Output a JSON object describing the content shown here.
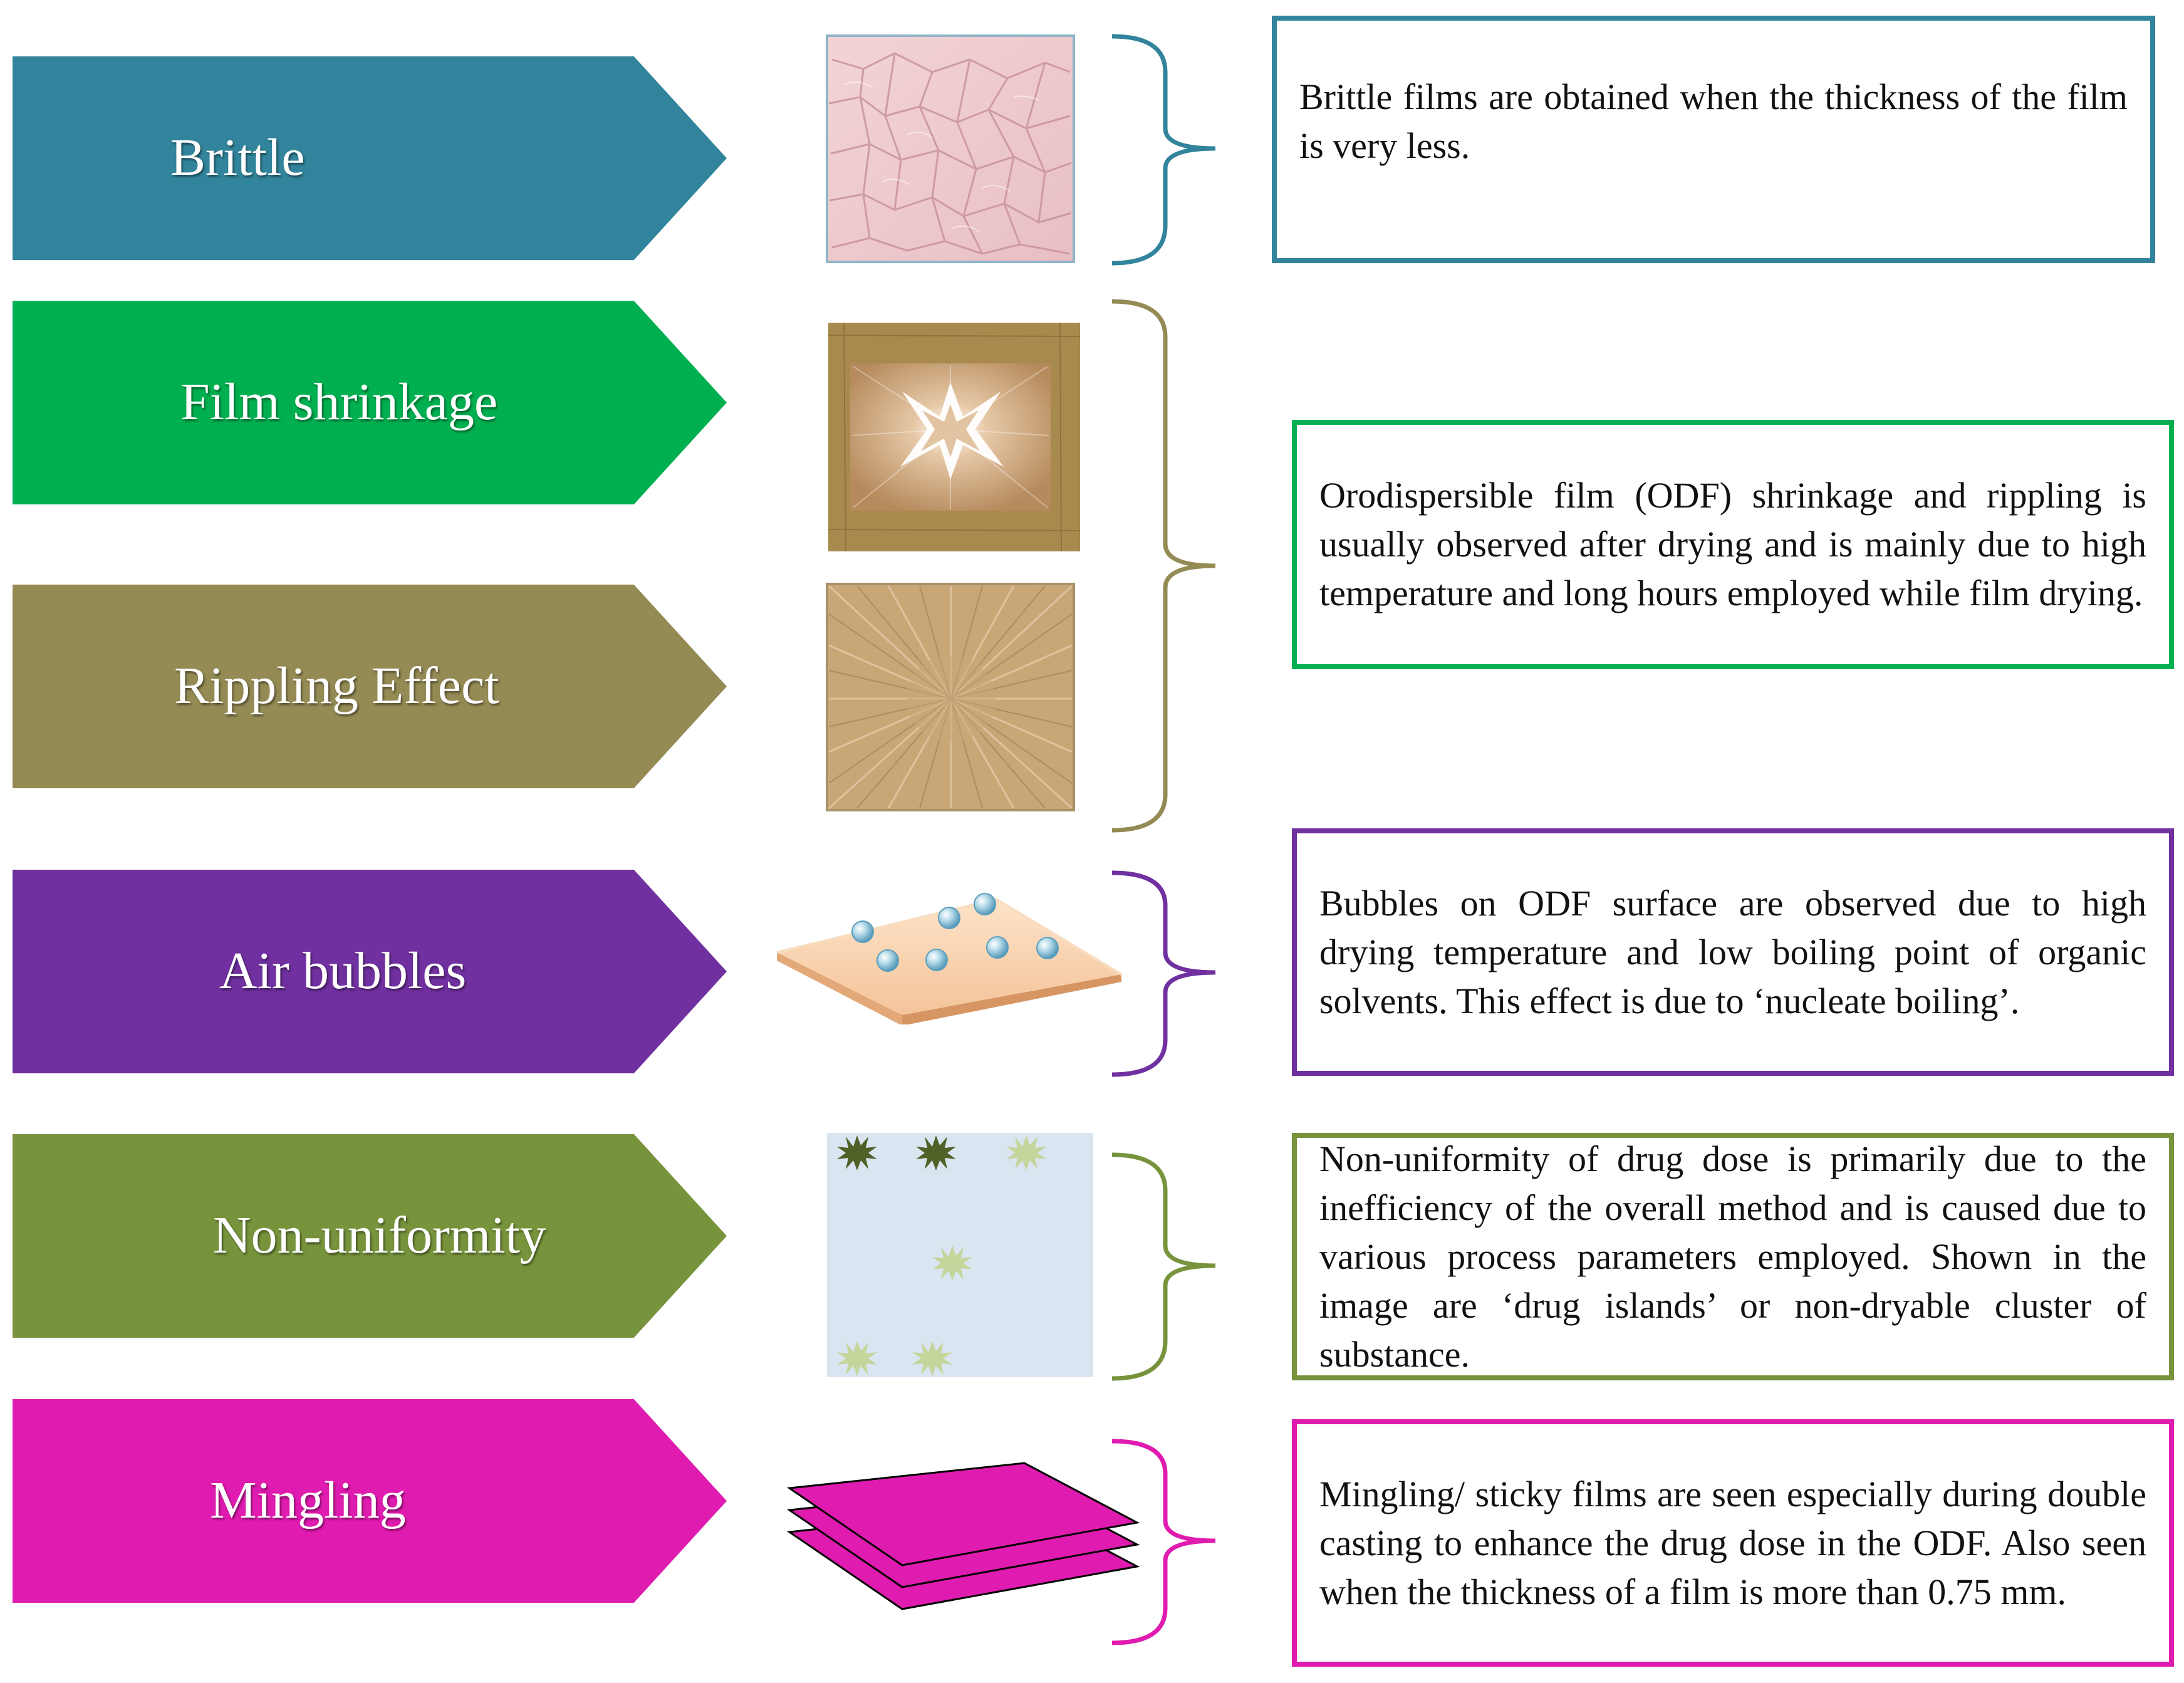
{
  "labels": {
    "brittle": "Brittle",
    "shrinkage": "Film shrinkage",
    "rippling": "Rippling Effect",
    "bubbles": "Air bubbles",
    "nonuniformity": "Non-uniformity",
    "mingling": "Mingling"
  },
  "descriptions": {
    "brittle": "Brittle films are obtained when the thickness of the film is very less.",
    "shrinkage_rippling": "Orodispersible film (ODF) shrinkage and rippling is usually observed after drying and is mainly due to high temperature and long hours employed while film drying.",
    "bubbles": "Bubbles on ODF surface are observed due to high drying temperature and low boiling point of organic solvents. This effect is due to ‘nucleate boiling’.",
    "nonuniformity": "Non-uniformity of drug dose is primarily due to the inefficiency of the overall method and is caused due to various process parameters employed. Shown in the image are ‘drug islands’ or non-dryable cluster of substance.",
    "mingling": "Mingling/ sticky films are seen especially during double casting to enhance the drug dose in the ODF. Also seen when the thickness of a film is more than 0.75 mm."
  },
  "colors": {
    "brittle": "#31849B",
    "shrinkage": "#00B050",
    "rippling": "#948A54",
    "bubbles": "#7030A0",
    "nonuniformity": "#77933C",
    "mingling": "#E01BAF"
  }
}
